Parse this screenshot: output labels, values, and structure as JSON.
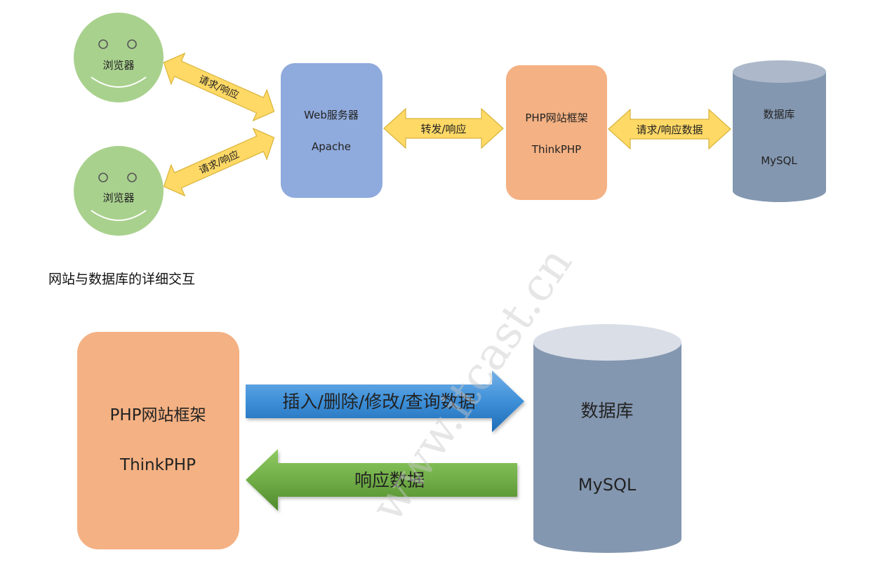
{
  "top_diagram": {
    "browser_label": "浏览器",
    "arrow_request_response": "请求/响应",
    "web_server": {
      "title": "Web服务器",
      "subtitle": "Apache"
    },
    "arrow_forward_response": "转发/响应",
    "framework": {
      "title": "PHP网站框架",
      "subtitle": "ThinkPHP"
    },
    "arrow_request_response_data": "请求/响应数据",
    "database": {
      "title": "数据库",
      "subtitle": "MySQL"
    }
  },
  "caption": "网站与数据库的详细交互",
  "bottom_diagram": {
    "framework": {
      "title": "PHP网站框架",
      "subtitle": "ThinkPHP"
    },
    "arrow_crud": "插入/删除/修改/查询数据",
    "arrow_response_data": "响应数据",
    "database": {
      "title": "数据库",
      "subtitle": "MySQL"
    }
  },
  "watermark": "www.itcast.cn",
  "colors": {
    "browser_face": "#a9d18e",
    "web_server_box": "#8faadc",
    "framework_box": "#f4b183",
    "database_body": "#8497b0",
    "database_top": "#adb9ca",
    "yellow_arrow": "#ffd966",
    "blue_arrow": "#2e75b6",
    "green_arrow": "#70ad47"
  }
}
